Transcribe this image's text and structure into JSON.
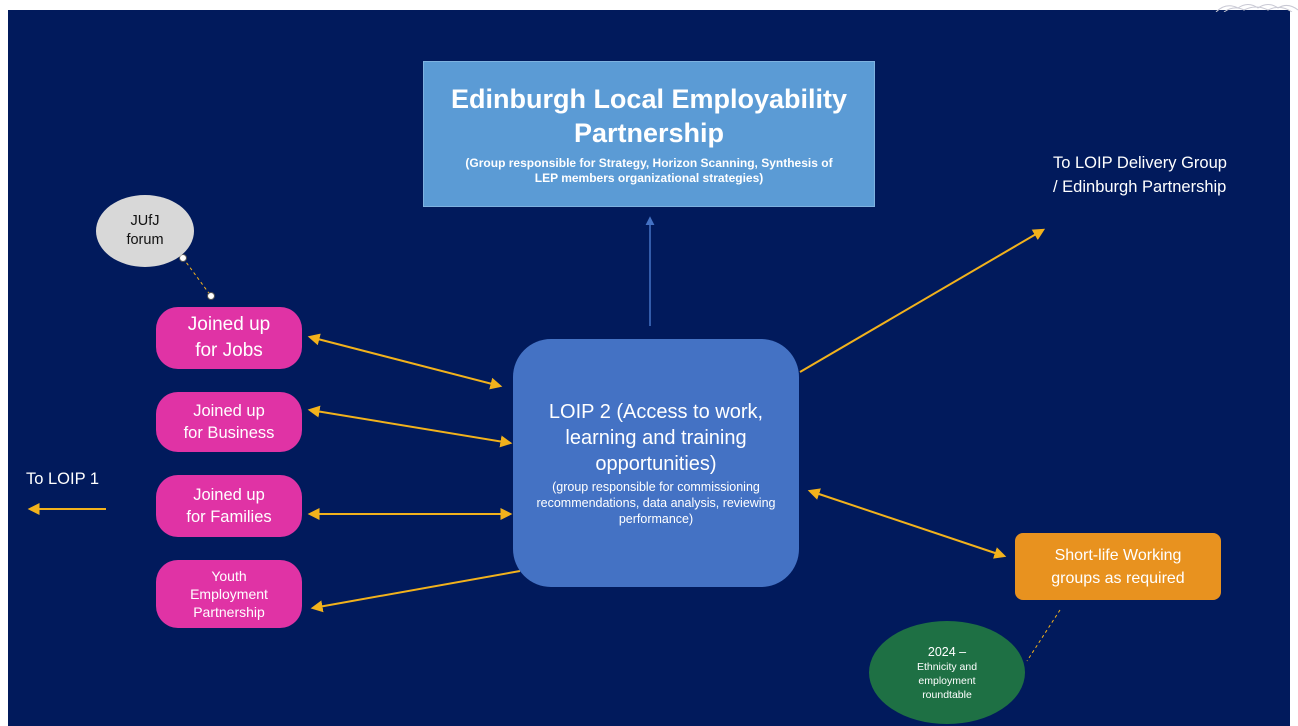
{
  "lep": {
    "title": "Edinburgh Local Employability Partnership",
    "subtitle": "(Group responsible for Strategy, Horizon Scanning, Synthesis of LEP members organizational strategies)"
  },
  "loip2": {
    "title": "LOIP 2 (Access to work, learning and training opportunities)",
    "subtitle": "(group responsible for commissioning recommendations, data analysis, reviewing performance)"
  },
  "jufj_forum": {
    "line1": "JUfJ",
    "line2": "forum"
  },
  "pink_boxes": [
    {
      "line1": "Joined up",
      "line2": "for Jobs"
    },
    {
      "line1": "Joined up",
      "line2": "for Business"
    },
    {
      "line1": "Joined up",
      "line2": "for Families"
    },
    {
      "line1": "Youth",
      "line2": "Employment",
      "line3": "Partnership"
    }
  ],
  "short_life": {
    "line1": "Short-life Working",
    "line2": "groups as required"
  },
  "roundtable": {
    "line1": "2024 –",
    "line2": "Ethnicity and",
    "line3": "employment",
    "line4": "roundtable"
  },
  "to_loip_delivery": "To LOIP Delivery Group / Edinburgh Partnership",
  "to_loip1": "To LOIP 1",
  "colors": {
    "background": "#011a5c",
    "lep_box": "#5b9bd5",
    "loip2_box": "#4472c4",
    "pink": "#e033a5",
    "orange": "#e8921f",
    "green": "#1e7044",
    "grey_bubble": "#d8d8d8",
    "arrow": "#f2b21c"
  }
}
